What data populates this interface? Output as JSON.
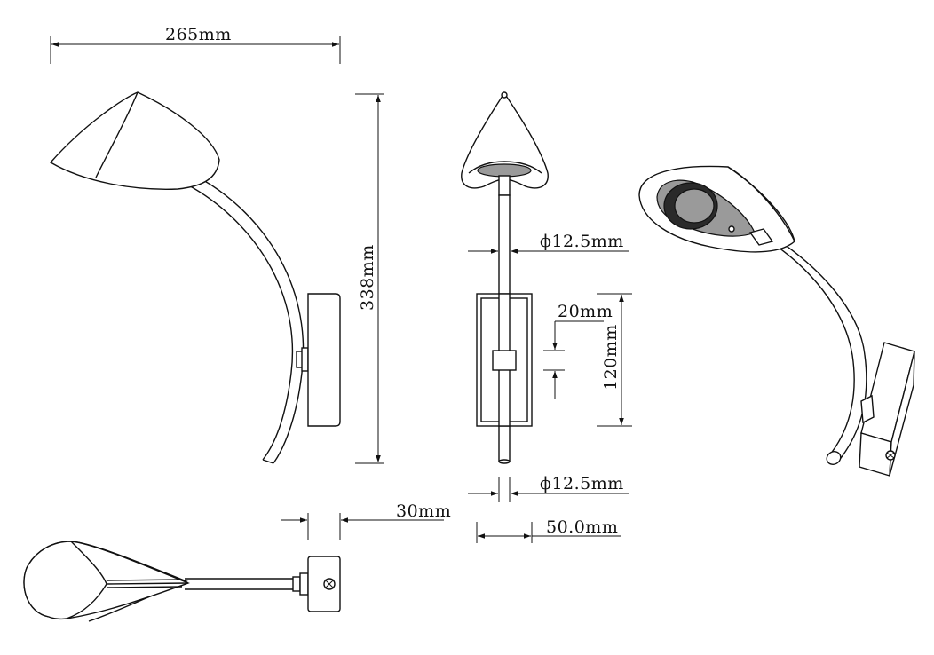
{
  "dimensions": {
    "width_top": "265mm",
    "height_total": "338mm",
    "arm_diameter_top": "ϕ12.5mm",
    "arm_diameter_bottom": "ϕ12.5mm",
    "switch_height": "20mm",
    "plate_height": "120mm",
    "plate_depth": "30mm",
    "plate_width": "50.0mm"
  }
}
